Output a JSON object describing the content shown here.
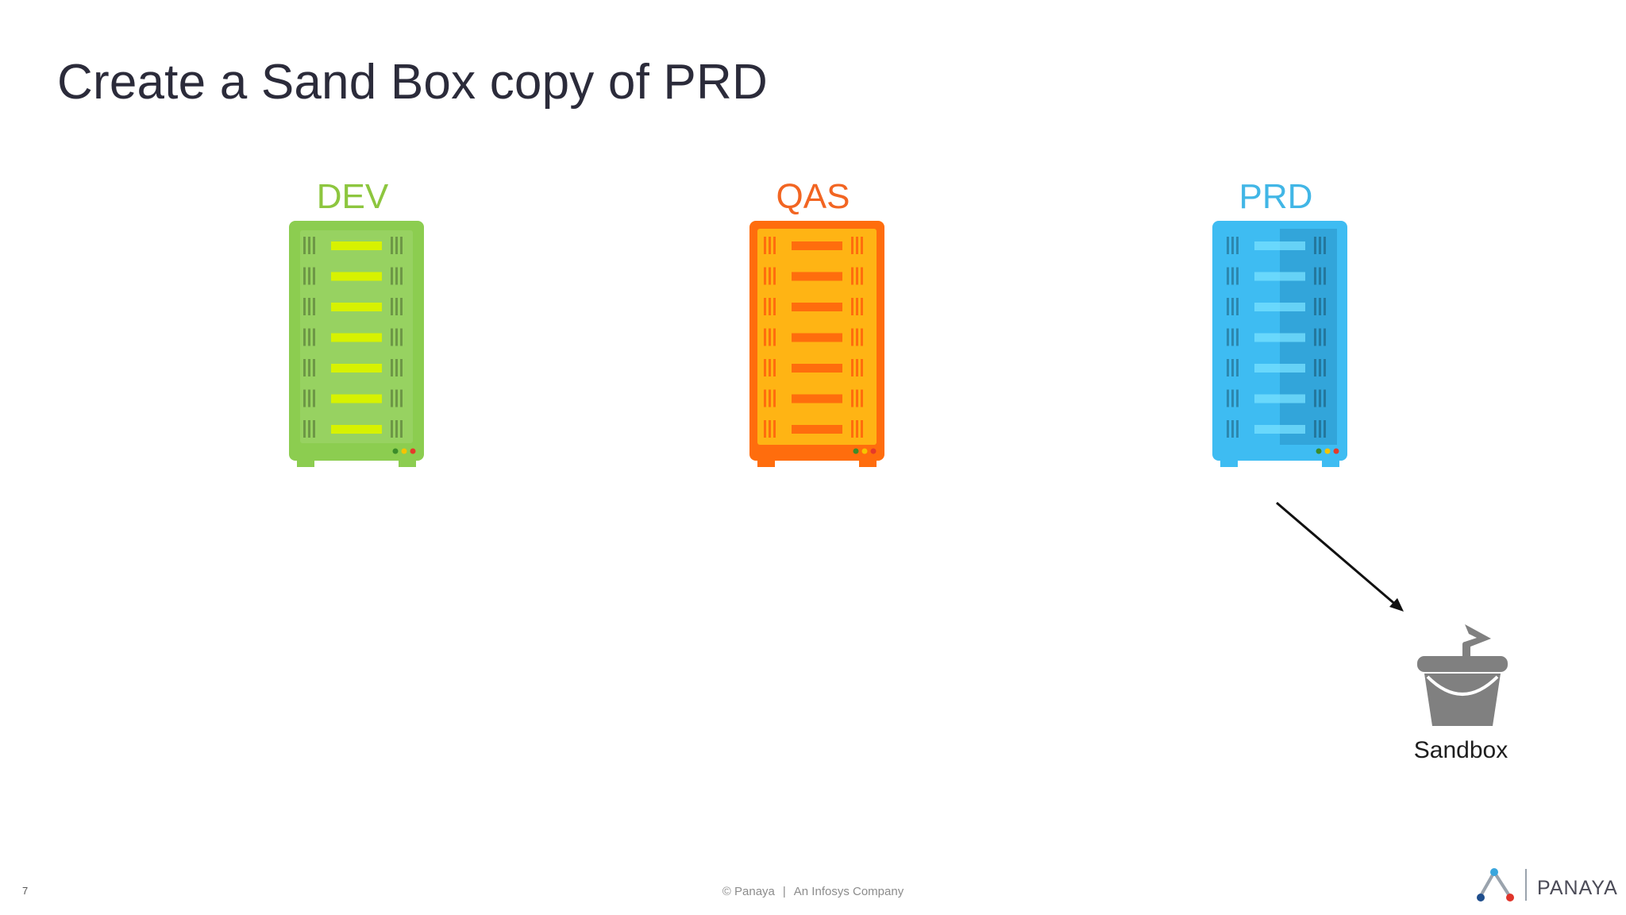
{
  "slide": {
    "title": "Create a Sand Box copy of PRD",
    "page_number": "7"
  },
  "servers": [
    {
      "label": "DEV",
      "label_color": "#8dc63f",
      "body_color": "#8ccd50",
      "accent_color": "#d7f200",
      "icon": "server-rack-icon"
    },
    {
      "label": "QAS",
      "label_color": "#f26522",
      "body_color": "#ff6d0d",
      "accent_color": "#ffb414",
      "icon": "server-rack-icon"
    },
    {
      "label": "PRD",
      "label_color": "#41b6e6",
      "body_color": "#3ebcf2",
      "accent_color": "#2aa9e0",
      "icon": "server-rack-icon"
    }
  ],
  "sandbox": {
    "label": "Sandbox",
    "icon": "sand-bucket-icon",
    "icon_color": "#808080"
  },
  "arrow": {
    "icon": "arrow-down-right-icon",
    "color": "#111111"
  },
  "footer": {
    "copyright": "© Panaya",
    "separator": "|",
    "company": "An Infosys Company"
  },
  "brand": {
    "name": "PANAYA",
    "logo_icon": "panaya-logo-icon"
  }
}
